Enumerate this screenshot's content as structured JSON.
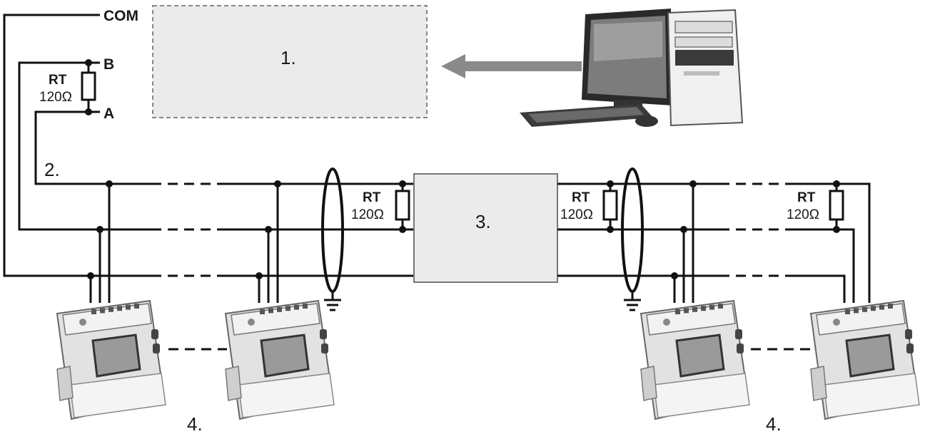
{
  "terminals": {
    "com": "COM",
    "b": "B",
    "a": "A"
  },
  "labels": {
    "pc_interface": "1.",
    "bus_cable": "2.",
    "repeater": "3.",
    "meters_left": "4.",
    "meters_right": "4."
  },
  "resistor": {
    "name": "RT",
    "value": "120Ω"
  },
  "colors": {
    "wire": "#111111",
    "box_fill": "#ebebeb",
    "arrow": "#8a8a8a",
    "meter_body": "#d6d6d6"
  },
  "icons": [
    "desktop-computer-icon",
    "energy-meter-icon",
    "ground-icon",
    "resistor-icon"
  ]
}
